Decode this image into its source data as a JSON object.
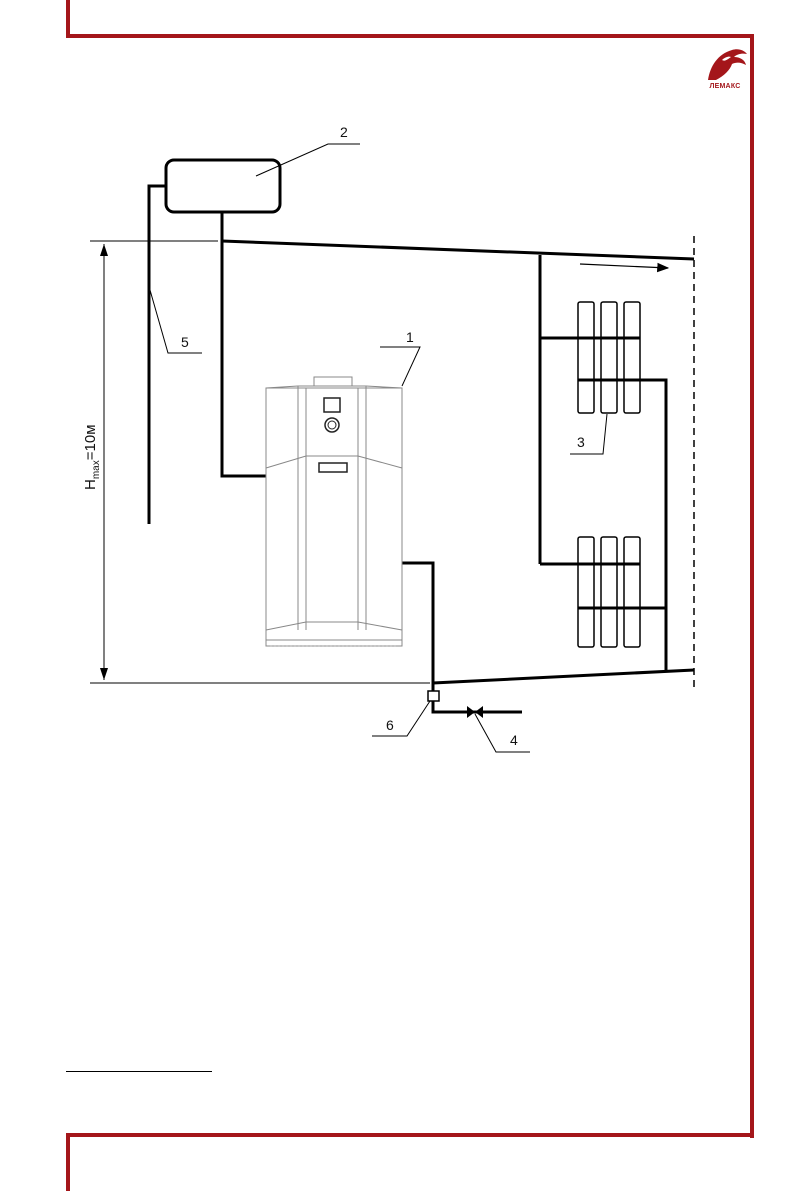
{
  "brand": {
    "logo_text": "ЛЕМАКС",
    "frame_color": "#a4161a"
  },
  "diagram": {
    "callouts": {
      "boiler": "1",
      "expansion_tank": "2",
      "radiators": "3",
      "drain_valve": "4",
      "riser": "5",
      "tee": "6"
    },
    "height_label": {
      "symbol": "H",
      "subscript": "max",
      "value": "=10м"
    }
  }
}
